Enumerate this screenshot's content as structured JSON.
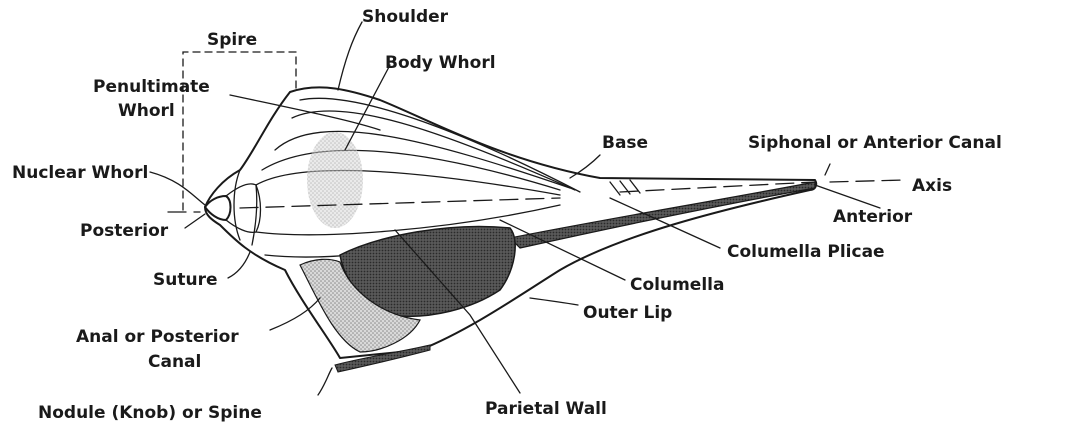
{
  "labels": {
    "spire": "Spire",
    "shoulder": "Shoulder",
    "penultimate_1": "Penultimate",
    "penultimate_2": "Whorl",
    "body_whorl": "Body Whorl",
    "nuclear_whorl": "Nuclear Whorl",
    "posterior": "Posterior",
    "base": "Base",
    "siphonal": "Siphonal or Anterior Canal",
    "axis": "Axis",
    "anterior": "Anterior",
    "columella_plicae": "Columella Plicae",
    "suture": "Suture",
    "columella": "Columella",
    "outer_lip": "Outer Lip",
    "anal_1": "Anal or Posterior",
    "anal_2": "Canal",
    "nodule": "Nodule (Knob) or Spine",
    "parietal": "Parietal Wall"
  }
}
